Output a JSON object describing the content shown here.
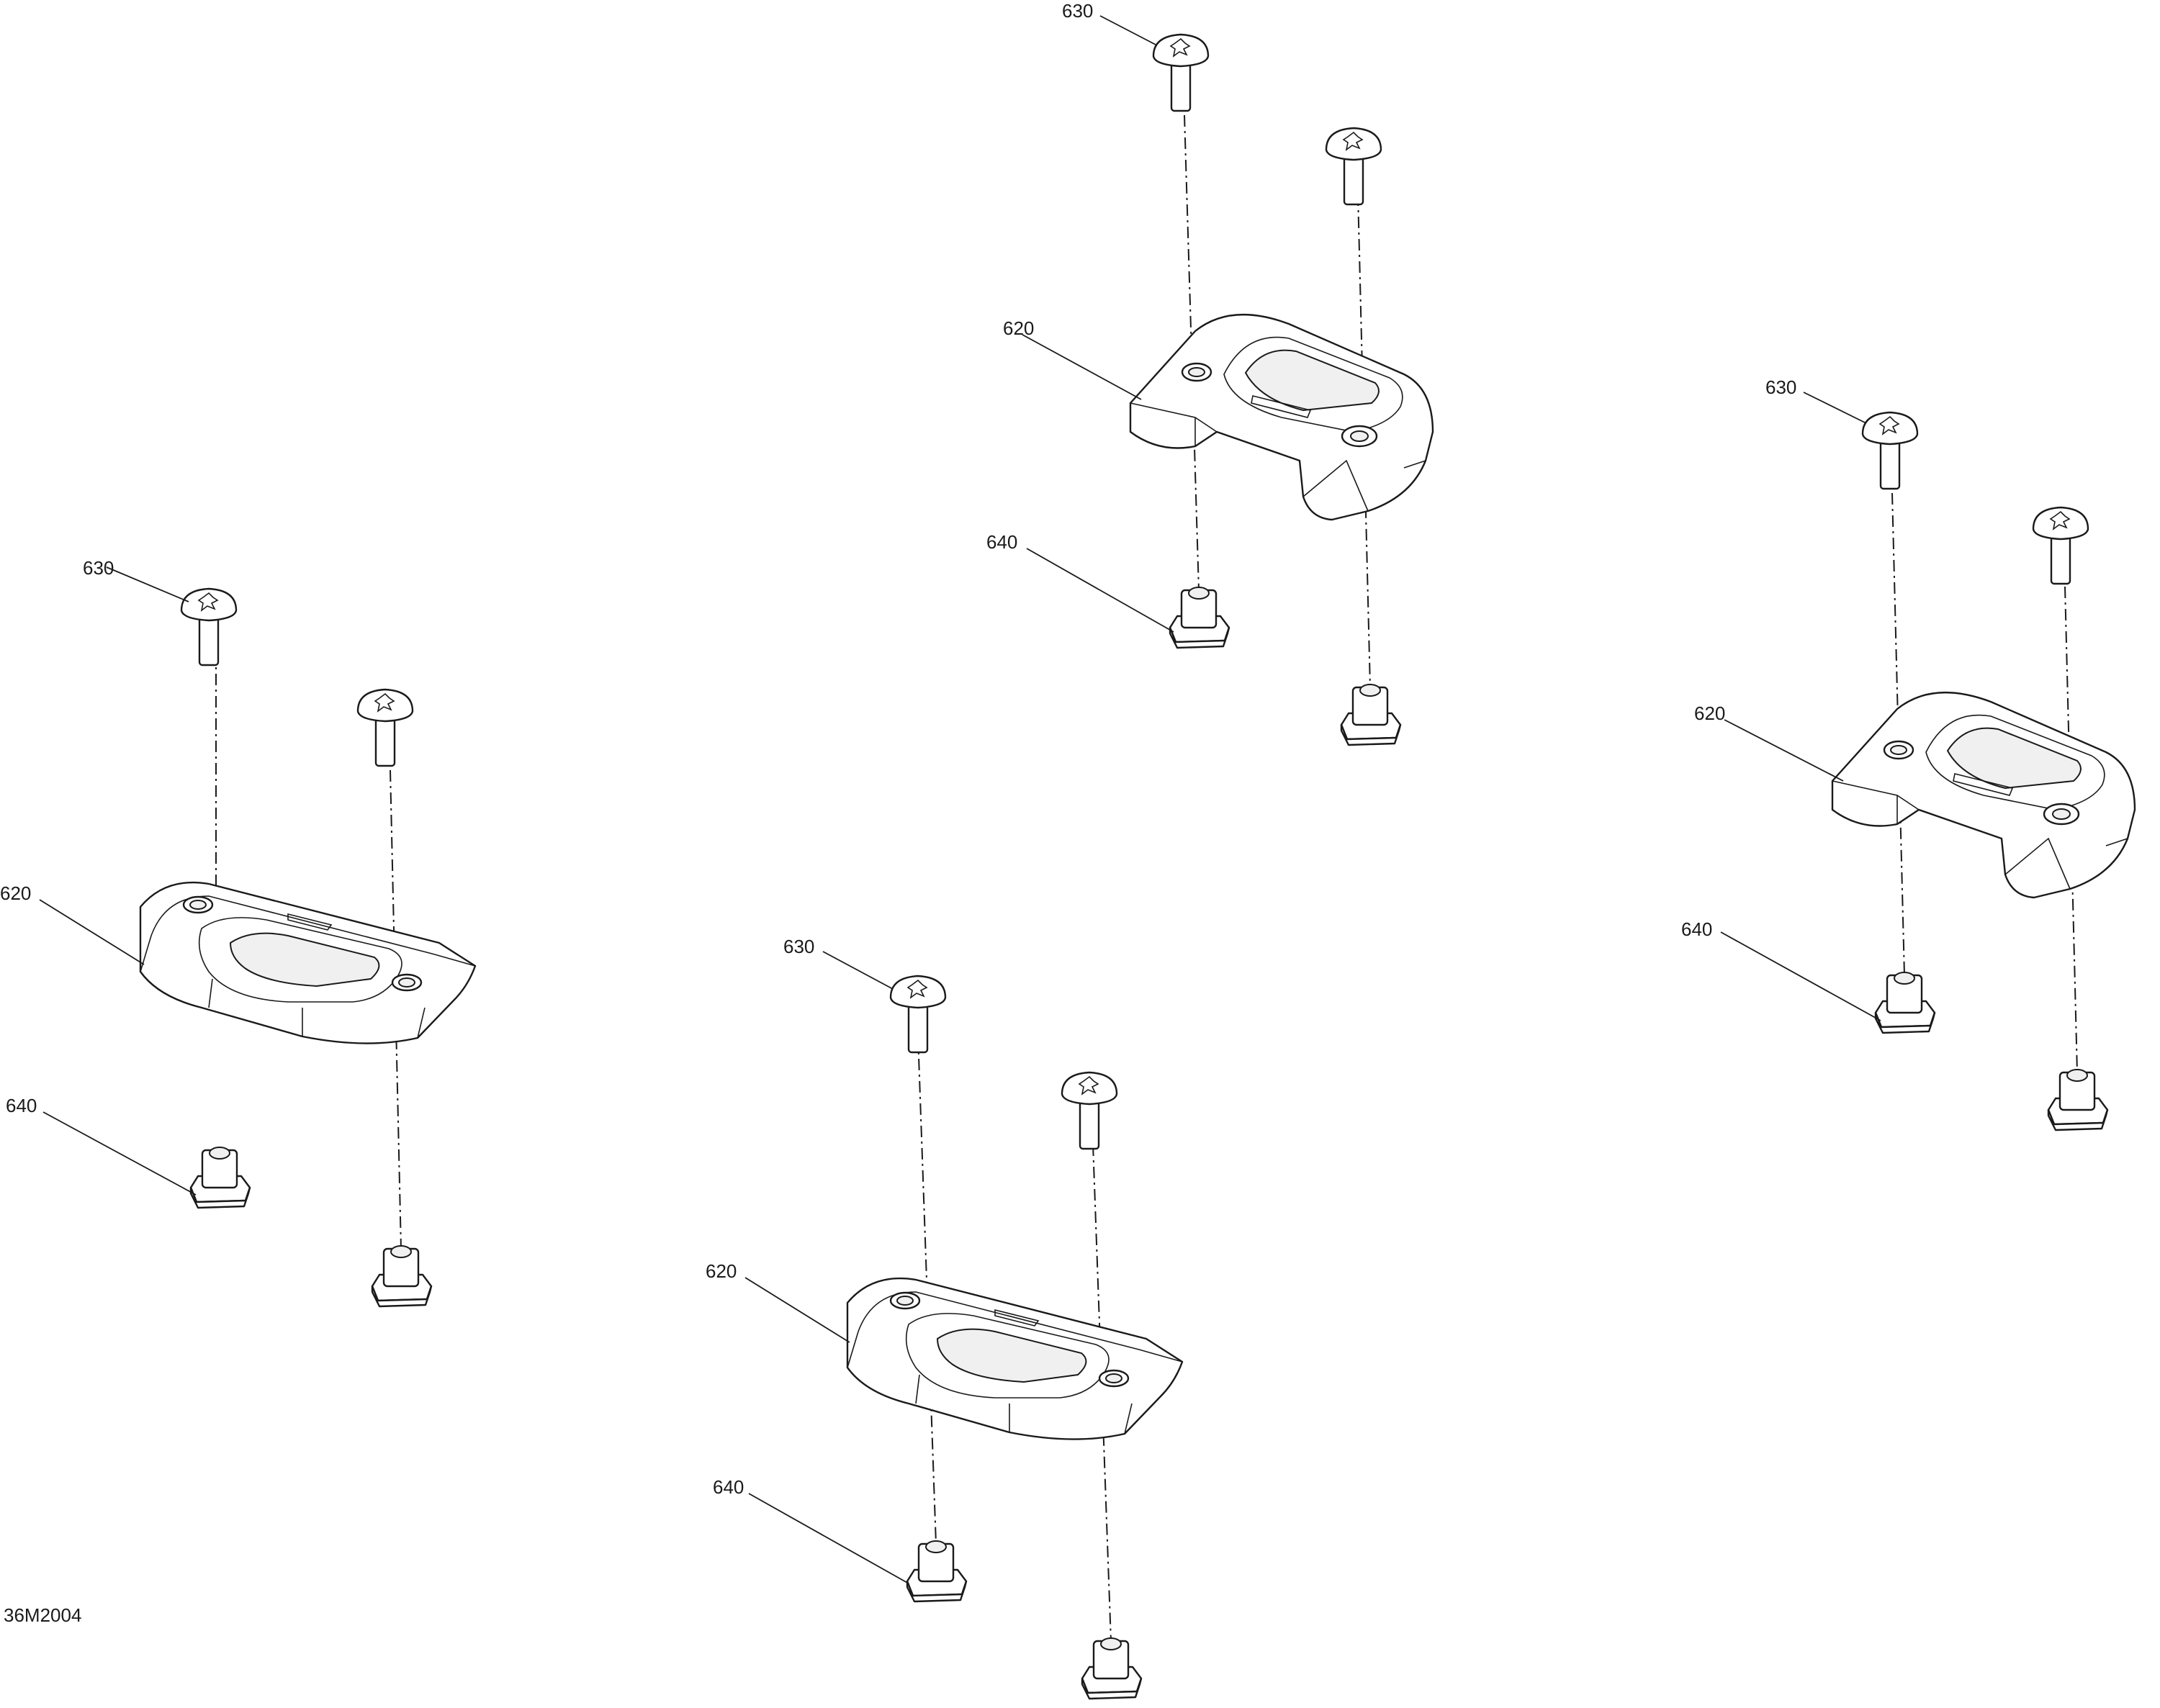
{
  "diagram": {
    "drawing_code": "36M2004",
    "callouts": {
      "pad": "620",
      "screw": "630",
      "nut": "640"
    }
  }
}
